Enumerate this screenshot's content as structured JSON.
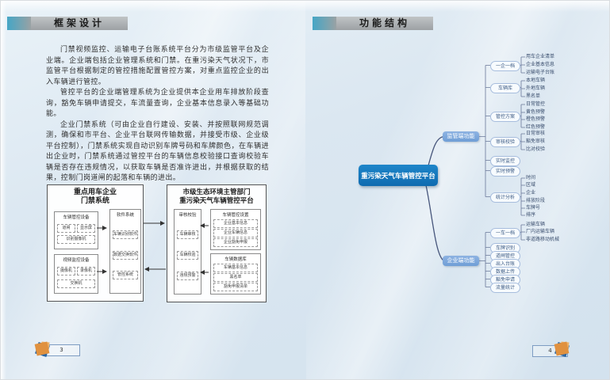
{
  "left_page": {
    "page_number": "3",
    "title": "框架设计",
    "paragraphs": [
      "门禁视频监控、运输电子台账系统平台分为市级监管平台及企业端。企业端包括企业管理系统和门禁。在重污染天气状况下，市监管平台根据制定的管控措施配置管控方案，对重点监控企业的出入车辆进行管控。",
      "管控平台的企业端管理系统为企业提供本企业用车排放阶段查询，豁免车辆申请提交，车流量查询，企业基本信息录入等基础功能。",
      "企业门禁系统（可由企业自行建设、安装、并按照联网规范调测，确保和市平台、企业平台联网传输数据，并接受市级、企业级平台控制），门禁系统实现自动识别车牌号码和车牌颜色，在车辆进出企业时，门禁系统通过管控平台的车辆信息校验接口查询校验车辆是否存在违规情况，以获取车辆是否准许进出，并根据获取的结果，控制门岗道闸的起落和车辆的进出。"
    ],
    "diagram": {
      "enterprise_box": {
        "title_line1": "重点用车企业",
        "title_line2": "门禁系统",
        "control_devices": {
          "title": "车辆管控设备",
          "row": [
            "道闸",
            "显示屏"
          ],
          "item": "识别摄像机"
        },
        "video_devices": {
          "title": "视频监控设备",
          "row": [
            "摄像机",
            "录像机"
          ],
          "item": "交换机"
        },
        "software": {
          "title": "软件系统",
          "items": [
            "车辆识别软件",
            "数据交换软件",
            "管控系统"
          ]
        }
      },
      "platform_box": {
        "title_line1": "市级生态环境主管部门",
        "title_line2": "重污染天气车辆管控平台",
        "verify": {
          "title": "审核校验",
          "items": [
            "车辆审核",
            "车辆校验",
            "违规预警"
          ]
        },
        "config": {
          "title": "车辆管控设置",
          "items": [
            "企业基本信息",
            "企业车辆信息",
            "企业豁免申报"
          ]
        },
        "database": {
          "title": "车辆数据库",
          "items": [
            "车辆基本信息",
            "黑名单",
            "豁免申报清单"
          ]
        }
      }
    }
  },
  "right_page": {
    "page_number": "4",
    "title": "功能结构",
    "mindmap": {
      "center": "重污染天气车辆管控平台",
      "supervision": {
        "label": "监管端功能",
        "groups": [
          {
            "label": "一企一档",
            "children": [
              "用车企业清单",
              "企业基本信息",
              "运输电子台账"
            ]
          },
          {
            "label": "车辆库",
            "children": [
              "本地车辆",
              "外地车辆",
              "黑名单"
            ]
          },
          {
            "label": "管控方案",
            "children": [
              "日常管控",
              "黄色预警",
              "橙色预警",
              "红色预警"
            ]
          },
          {
            "label": "审核校验",
            "children": [
              "日常审核",
              "豁免审核",
              "比对校验"
            ]
          },
          {
            "label": "实时监控",
            "children": []
          },
          {
            "label": "实时预警",
            "children": []
          },
          {
            "label": "统计分析",
            "children": [
              "时间",
              "区域",
              "企业",
              "排放阶段",
              "车牌号",
              "排序"
            ]
          }
        ]
      },
      "enterprise": {
        "label": "企业端功能",
        "groups": [
          {
            "label": "一车一档",
            "children": [
              "运输车辆",
              "厂内运输车辆",
              "非道路移动机械"
            ]
          },
          {
            "label": "车牌识别",
            "children": []
          },
          {
            "label": "道闸管控",
            "children": []
          },
          {
            "label": "出入台账",
            "children": []
          },
          {
            "label": "数据上传",
            "children": []
          },
          {
            "label": "豁免申请",
            "children": []
          },
          {
            "label": "流量统计",
            "children": []
          }
        ]
      }
    }
  },
  "colors": {
    "center_node": "#1276bd",
    "branch_node": "#7ea9db",
    "accent_teal": "#45a6c6",
    "title_bar_grey": "#a4a8ab",
    "icon_orange": "#e0913f",
    "icon_blue": "#2a67a5",
    "background": "#dbe7f1"
  }
}
